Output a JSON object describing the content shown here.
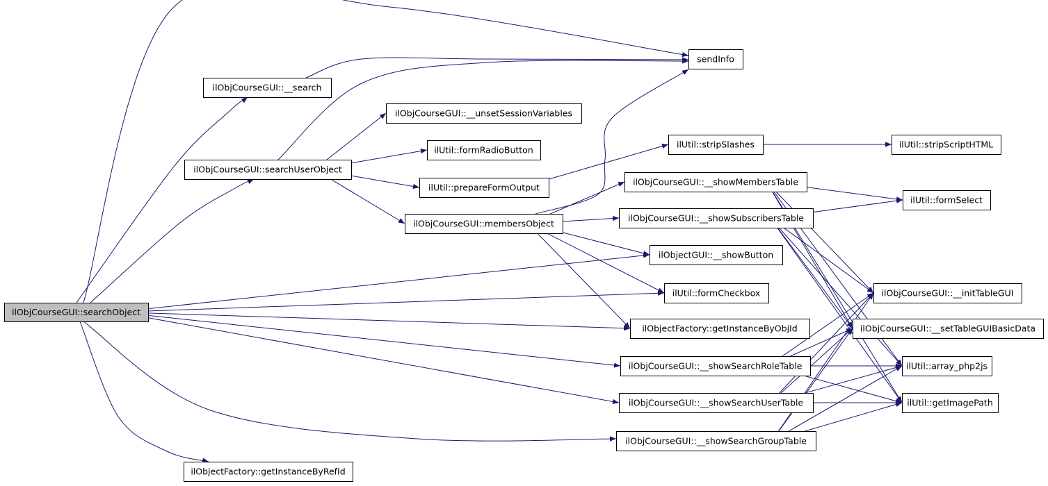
{
  "colors": {
    "edge": "#191970",
    "node_fill": "#ffffff",
    "node_border": "#000000",
    "root_fill": "#bfbfbf",
    "background": "#ffffff"
  },
  "nodes": {
    "searchObject": "ilObjCourseGUI::searchObject",
    "sendInfo": "sendInfo",
    "search": "ilObjCourseGUI::__search",
    "unsetSessionVariables": "ilObjCourseGUI::__unsetSessionVariables",
    "searchUserObject": "ilObjCourseGUI::searchUserObject",
    "formRadioButton": "ilUtil::formRadioButton",
    "prepareFormOutput": "ilUtil::prepareFormOutput",
    "membersObject": "ilObjCourseGUI::membersObject",
    "stripSlashes": "ilUtil::stripSlashes",
    "stripScriptHTML": "ilUtil::stripScriptHTML",
    "showMembersTable": "ilObjCourseGUI::__showMembersTable",
    "formSelect": "ilUtil::formSelect",
    "showSubscribersTable": "ilObjCourseGUI::__showSubscribersTable",
    "showButton": "ilObjectGUI::__showButton",
    "formCheckbox": "ilUtil::formCheckbox",
    "initTableGUI": "ilObjCourseGUI::__initTableGUI",
    "getInstanceByObjId": "ilObjectFactory::getInstanceByObjId",
    "setTableGUIBasicData": "ilObjCourseGUI::__setTableGUIBasicData",
    "showSearchRoleTable": "ilObjCourseGUI::__showSearchRoleTable",
    "array_php2js": "ilUtil::array_php2js",
    "showSearchUserTable": "ilObjCourseGUI::__showSearchUserTable",
    "getImagePath": "ilUtil::getImagePath",
    "showSearchGroupTable": "ilObjCourseGUI::__showSearchGroupTable",
    "getInstanceByRefId": "ilObjectFactory::getInstanceByRefId"
  },
  "edges": [
    {
      "from": "searchObject",
      "to": "sendInfo"
    },
    {
      "from": "searchObject",
      "to": "search"
    },
    {
      "from": "searchObject",
      "to": "searchUserObject"
    },
    {
      "from": "searchObject",
      "to": "showButton"
    },
    {
      "from": "searchObject",
      "to": "formCheckbox"
    },
    {
      "from": "searchObject",
      "to": "getInstanceByObjId"
    },
    {
      "from": "searchObject",
      "to": "showSearchRoleTable"
    },
    {
      "from": "searchObject",
      "to": "showSearchUserTable"
    },
    {
      "from": "searchObject",
      "to": "showSearchGroupTable"
    },
    {
      "from": "searchObject",
      "to": "getInstanceByRefId"
    },
    {
      "from": "search",
      "to": "sendInfo"
    },
    {
      "from": "searchUserObject",
      "to": "sendInfo"
    },
    {
      "from": "searchUserObject",
      "to": "unsetSessionVariables"
    },
    {
      "from": "searchUserObject",
      "to": "formRadioButton"
    },
    {
      "from": "searchUserObject",
      "to": "prepareFormOutput"
    },
    {
      "from": "searchUserObject",
      "to": "membersObject"
    },
    {
      "from": "prepareFormOutput",
      "to": "stripSlashes"
    },
    {
      "from": "stripSlashes",
      "to": "stripScriptHTML"
    },
    {
      "from": "membersObject",
      "to": "sendInfo"
    },
    {
      "from": "membersObject",
      "to": "showMembersTable"
    },
    {
      "from": "membersObject",
      "to": "showSubscribersTable"
    },
    {
      "from": "membersObject",
      "to": "showButton"
    },
    {
      "from": "membersObject",
      "to": "formCheckbox"
    },
    {
      "from": "membersObject",
      "to": "getInstanceByObjId"
    },
    {
      "from": "showMembersTable",
      "to": "formSelect"
    },
    {
      "from": "showMembersTable",
      "to": "initTableGUI"
    },
    {
      "from": "showMembersTable",
      "to": "setTableGUIBasicData"
    },
    {
      "from": "showMembersTable",
      "to": "array_php2js"
    },
    {
      "from": "showMembersTable",
      "to": "getImagePath"
    },
    {
      "from": "showSubscribersTable",
      "to": "formSelect"
    },
    {
      "from": "showSubscribersTable",
      "to": "initTableGUI"
    },
    {
      "from": "showSubscribersTable",
      "to": "setTableGUIBasicData"
    },
    {
      "from": "showSubscribersTable",
      "to": "array_php2js"
    },
    {
      "from": "showSubscribersTable",
      "to": "getImagePath"
    },
    {
      "from": "showSearchRoleTable",
      "to": "initTableGUI"
    },
    {
      "from": "showSearchRoleTable",
      "to": "setTableGUIBasicData"
    },
    {
      "from": "showSearchRoleTable",
      "to": "array_php2js"
    },
    {
      "from": "showSearchRoleTable",
      "to": "getImagePath"
    },
    {
      "from": "showSearchUserTable",
      "to": "initTableGUI"
    },
    {
      "from": "showSearchUserTable",
      "to": "setTableGUIBasicData"
    },
    {
      "from": "showSearchUserTable",
      "to": "array_php2js"
    },
    {
      "from": "showSearchUserTable",
      "to": "getImagePath"
    },
    {
      "from": "showSearchGroupTable",
      "to": "initTableGUI"
    },
    {
      "from": "showSearchGroupTable",
      "to": "setTableGUIBasicData"
    },
    {
      "from": "showSearchGroupTable",
      "to": "array_php2js"
    },
    {
      "from": "showSearchGroupTable",
      "to": "getImagePath"
    }
  ]
}
